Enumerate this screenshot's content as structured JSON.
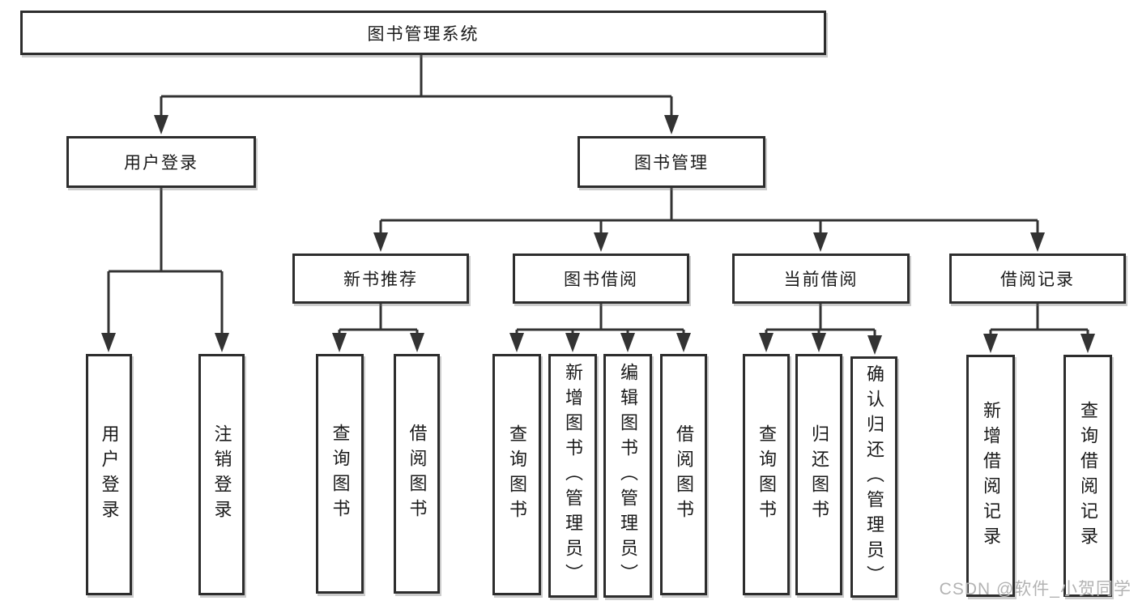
{
  "colors": {
    "line": "#333333",
    "box_border": "#2d2d2d",
    "text": "#1a1a1a",
    "background": "#ffffff",
    "watermark": "#b3b3b3"
  },
  "diagram": {
    "type": "hierarchy-tree",
    "root_label": "图书管理系统",
    "children": [
      {
        "label": "用户登录",
        "children": [
          {
            "label": "用户登录"
          },
          {
            "label": "注销登录"
          }
        ]
      },
      {
        "label": "图书管理",
        "children": [
          {
            "label": "新书推荐",
            "children": [
              {
                "label": "查询图书"
              },
              {
                "label": "借阅图书"
              }
            ]
          },
          {
            "label": "图书借阅",
            "children": [
              {
                "label": "查询图书"
              },
              {
                "label": "新增图书（管理员）"
              },
              {
                "label": "编辑图书（管理员）"
              },
              {
                "label": "借阅图书"
              }
            ]
          },
          {
            "label": "当前借阅",
            "children": [
              {
                "label": "查询图书"
              },
              {
                "label": "归还图书"
              },
              {
                "label": "确认归还（管理员）"
              }
            ]
          },
          {
            "label": "借阅记录",
            "children": [
              {
                "label": "新增借阅记录"
              },
              {
                "label": "查询借阅记录"
              }
            ]
          }
        ]
      }
    ]
  },
  "watermark": "CSDN @软件_小贺同学"
}
